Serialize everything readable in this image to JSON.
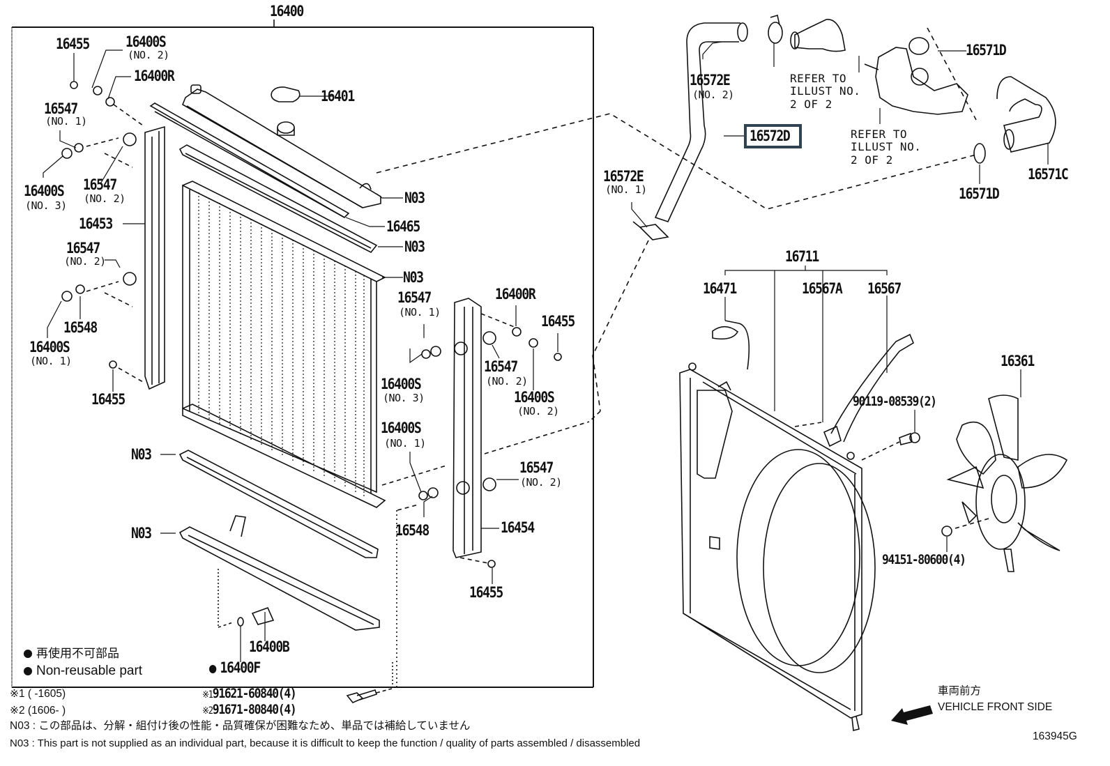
{
  "diagram": {
    "title_part": "16400",
    "highlight_color": "#2f4450",
    "highlighted_part": "16572D",
    "illustration_id": "163945G",
    "labels": {
      "p16455_a": "16455",
      "p16400s_no2_a": "16400S",
      "p16400s_no2_a_sub": "(NO. 2)",
      "p16400r_a": "16400R",
      "p16401": "16401",
      "p16547_no1_a": "16547",
      "p16547_no1_a_sub": "(NO. 1)",
      "p16547_no2_a": "16547",
      "p16547_no2_a_sub": "(NO. 2)",
      "p16400s_no3_a": "16400S",
      "p16400s_no3_a_sub": "(NO. 3)",
      "p16453": "16453",
      "n03_a": "N03",
      "p16465": "16465",
      "n03_b": "N03",
      "n03_c": "N03",
      "p16547_no2_b": "16547",
      "p16547_no2_b_sub": "(NO. 2)",
      "p16548_a": "16548",
      "p16400s_no1_a": "16400S",
      "p16400s_no1_a_sub": "(NO. 1)",
      "p16455_b": "16455",
      "n03_d": "N03",
      "n03_e": "N03",
      "p16400b": "16400B",
      "p16400f": "16400F",
      "p16547_no1_b": "16547",
      "p16547_no1_b_sub": "(NO. 1)",
      "p16400r_b": "16400R",
      "p16455_c": "16455",
      "p16547_no2_c": "16547",
      "p16547_no2_c_sub": "(NO. 2)",
      "p16400s_no3_b": "16400S",
      "p16400s_no3_b_sub": "(NO. 3)",
      "p16400s_no2_b": "16400S",
      "p16400s_no2_b_sub": "(NO. 2)",
      "p16400s_no1_b": "16400S",
      "p16400s_no1_b_sub": "(NO. 1)",
      "p16547_no2_d": "16547",
      "p16547_no2_d_sub": "(NO. 2)",
      "p16548_b": "16548",
      "p16454": "16454",
      "p16455_d": "16455",
      "p16572e_no2": "16572E",
      "p16572e_no2_sub": "(NO. 2)",
      "refer_a": "REFER TO\nILLUST NO.\n2 OF 2",
      "p16571d_a": "16571D",
      "p16572d": "16572D",
      "refer_b": "REFER TO\nILLUST NO.\n2 OF 2",
      "p16572e_no1": "16572E",
      "p16572e_no1_sub": "(NO. 1)",
      "p16571d_b": "16571D",
      "p16571c": "16571C",
      "p16711": "16711",
      "p16471": "16471",
      "p16567a": "16567A",
      "p16567": "16567",
      "p16361": "16361",
      "bolt_90119": "90119-08539(2)",
      "nut_94151": "94151-80600(4)",
      "bolt_91621": "91621-60840(4)",
      "bolt_91671": "91671-80840(4)",
      "bolt_91621_mark": "※1",
      "bolt_91671_mark": "※2"
    },
    "legend": {
      "non_reusable_jp": "再使用不可部品",
      "non_reusable_en": "Non-reusable part"
    },
    "footnotes": {
      "mark1": "※1 (     -1605)",
      "mark2": "※2 (1606-     )",
      "n03_jp": "N03 : この部品は、分解・組付け後の性能・品質確保が困難なため、単品では補給していません",
      "n03_en": "N03 : This part is not supplied as an individual part, because it is difficult to keep the function / quality of parts assembled / disassembled"
    },
    "direction": {
      "jp": "車両前方",
      "en": "VEHICLE FRONT SIDE"
    }
  }
}
